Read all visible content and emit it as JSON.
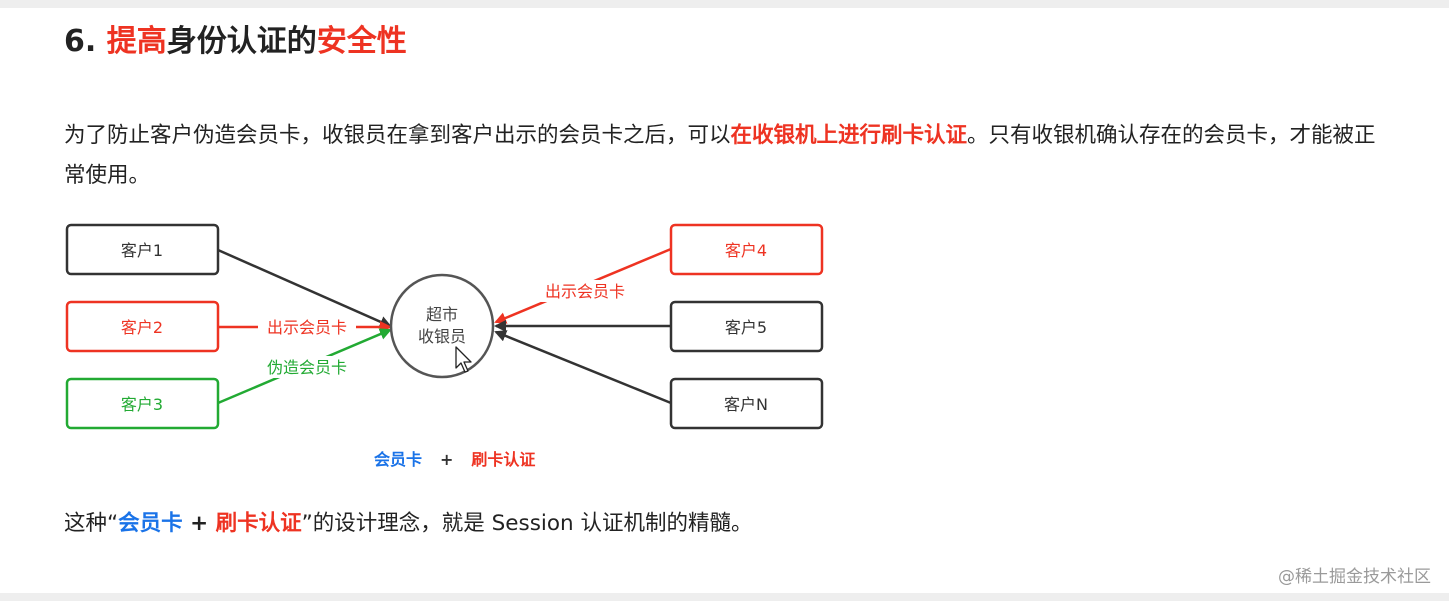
{
  "heading": {
    "number": "6. ",
    "part1": "提高",
    "part2": "身份认证的",
    "part3": "安全性"
  },
  "paragraph": {
    "text1": "为了防止客户伪造会员卡，收银员在拿到客户出示的会员卡之后，可以",
    "highlight": "在收银机上进行刷卡认证",
    "text2": "。只有收银机确认存在的会员卡，才能被正常使用。"
  },
  "diagram": {
    "nodes": {
      "client1": "客户1",
      "client2": "客户2",
      "client3": "客户3",
      "client4": "客户4",
      "client5": "客户5",
      "clientN": "客户N"
    },
    "cashier_line1": "超市",
    "cashier_line2": "收银员",
    "edge_labels": {
      "show_card_left": "出示会员卡",
      "forged_card": "伪造会员卡",
      "show_card_right": "出示会员卡"
    },
    "colors": {
      "red": "#ee3322",
      "green": "#22aa33",
      "dark": "#333333",
      "blue": "#1a73e8"
    }
  },
  "caption": {
    "left": "会员卡",
    "plus": "+",
    "right": "刷卡认证"
  },
  "conclusion": {
    "prefix": "这种“",
    "blue": "会员卡",
    "plus": " + ",
    "red": "刷卡认证",
    "suffix": "”的设计理念，就是 Session 认证机制的精髓。"
  },
  "watermark": "@稀土掘金技术社区"
}
